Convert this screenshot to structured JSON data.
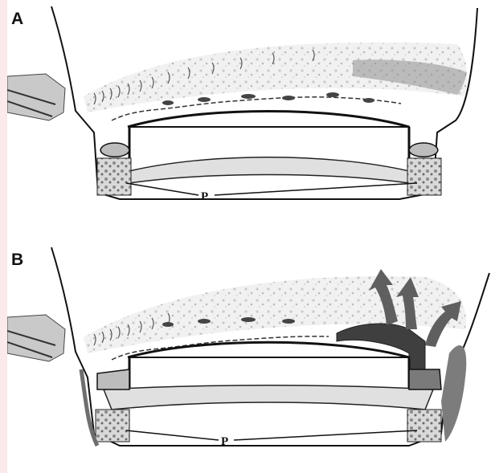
{
  "panels": [
    {
      "letter": "A",
      "label": "P"
    },
    {
      "letter": "B",
      "label": "P"
    }
  ],
  "colors": {
    "ink": "#111111",
    "tissue": "#e6e6e6",
    "tissue_dark": "#9a9a9a",
    "arrow": "#5f5f5f",
    "lesion": "#3f3f3f",
    "background_edge": "#fbe9ec"
  }
}
